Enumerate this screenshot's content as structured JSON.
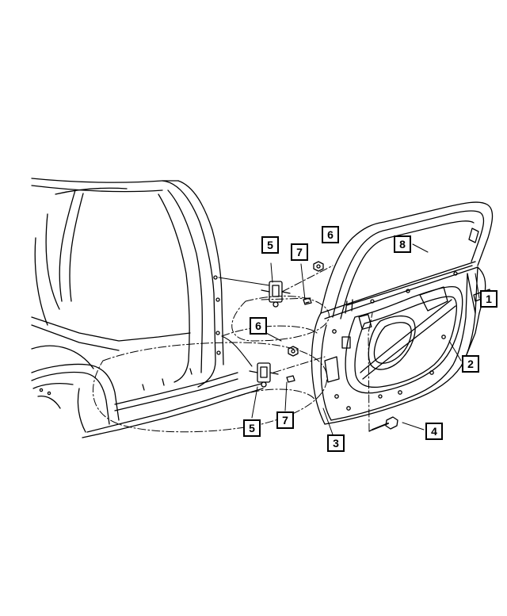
{
  "callouts": {
    "c1": "1",
    "c2": "2",
    "c3": "3",
    "c4": "4",
    "c5a": "5",
    "c5b": "5",
    "c6a": "6",
    "c6b": "6",
    "c7a": "7",
    "c7b": "7",
    "c8": "8"
  },
  "colors": {
    "line": "#000000",
    "background": "#ffffff"
  }
}
